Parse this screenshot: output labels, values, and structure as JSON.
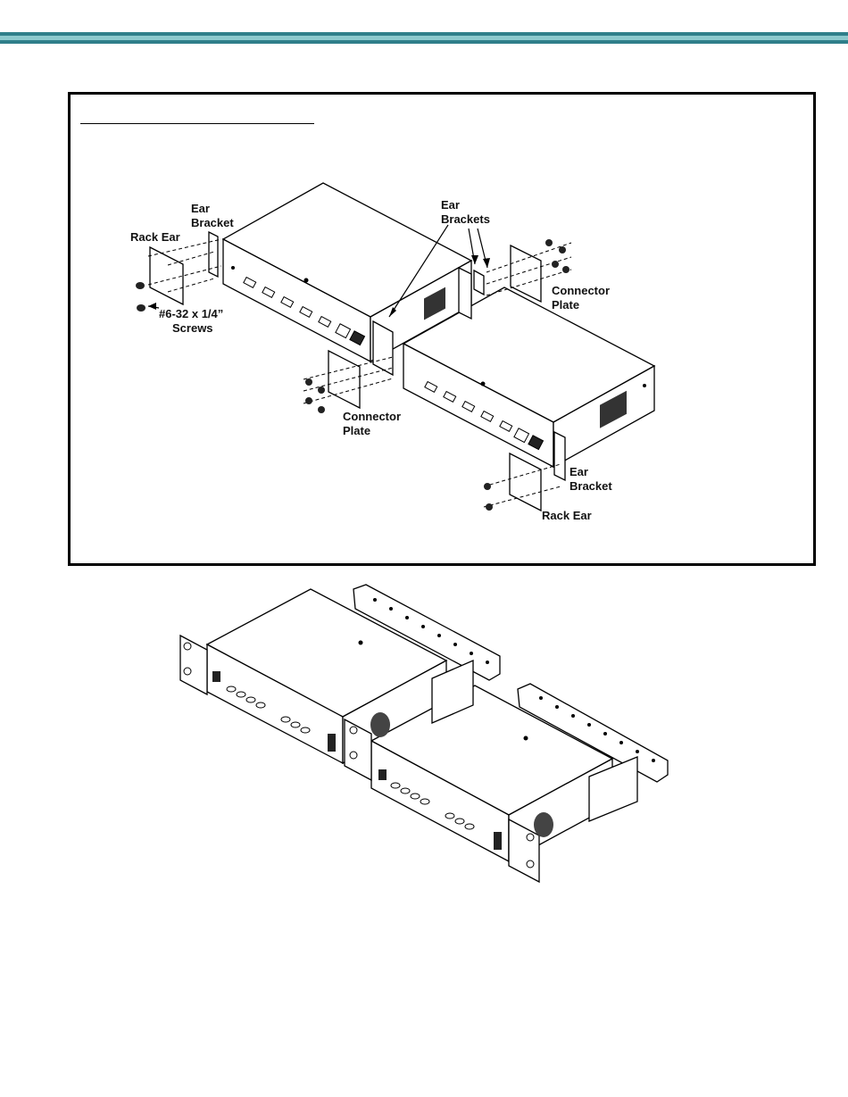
{
  "header": {
    "rule_colors": [
      "#2f7f8a",
      "#7fc1c6",
      "#2f7f8a"
    ]
  },
  "figure_top": {
    "labels": {
      "rack_ear_left": "Rack Ear",
      "ear_bracket_left": [
        "Ear",
        "Bracket"
      ],
      "screws": [
        "#6-32 x 1/4”",
        "Screws"
      ],
      "ear_brackets_middle": [
        "Ear",
        "Brackets"
      ],
      "connector_plate_right": [
        "Connector",
        "Plate"
      ],
      "connector_plate_lower": [
        "Connector",
        "Plate"
      ],
      "ear_bracket_right": [
        "Ear",
        "Bracket"
      ],
      "rack_ear_right": "Rack Ear"
    }
  },
  "figure_bottom": {}
}
